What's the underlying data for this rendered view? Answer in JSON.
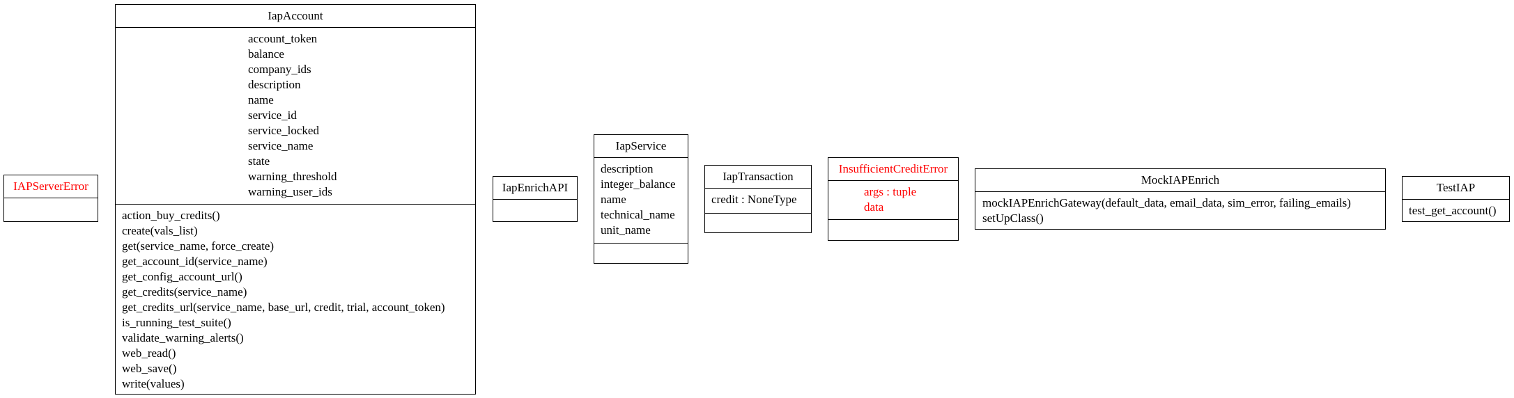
{
  "classes": {
    "iapservererror": {
      "name": "IAPServerError",
      "attributes": [],
      "methods": []
    },
    "iapaccount": {
      "name": "IapAccount",
      "attributes": [
        "account_token",
        "balance",
        "company_ids",
        "description",
        "name",
        "service_id",
        "service_locked",
        "service_name",
        "state",
        "warning_threshold",
        "warning_user_ids"
      ],
      "methods": [
        "action_buy_credits()",
        "create(vals_list)",
        "get(service_name, force_create)",
        "get_account_id(service_name)",
        "get_config_account_url()",
        "get_credits(service_name)",
        "get_credits_url(service_name, base_url, credit, trial, account_token)",
        "is_running_test_suite()",
        "validate_warning_alerts()",
        "web_read()",
        "web_save()",
        "write(values)"
      ]
    },
    "iapenrichapi": {
      "name": "IapEnrichAPI",
      "attributes": [],
      "methods": []
    },
    "iapservice": {
      "name": "IapService",
      "attributes": [
        "description",
        "integer_balance",
        "name",
        "technical_name",
        "unit_name"
      ],
      "methods": []
    },
    "iaptransaction": {
      "name": "IapTransaction",
      "attributes": [
        "credit : NoneType"
      ],
      "methods": []
    },
    "insufficientcrediterror": {
      "name": "InsufficientCreditError",
      "attributes": [
        "args : tuple",
        "data"
      ],
      "methods": []
    },
    "mockiapenrich": {
      "name": "MockIAPEnrich",
      "attributes": [],
      "methods": [
        "mockIAPEnrichGateway(default_data, email_data, sim_error, failing_emails)",
        "setUpClass()"
      ]
    },
    "testiap": {
      "name": "TestIAP",
      "attributes": [],
      "methods": [
        "test_get_account()"
      ]
    }
  },
  "colors": {
    "exception": "#ff0000",
    "stroke": "#000000"
  }
}
